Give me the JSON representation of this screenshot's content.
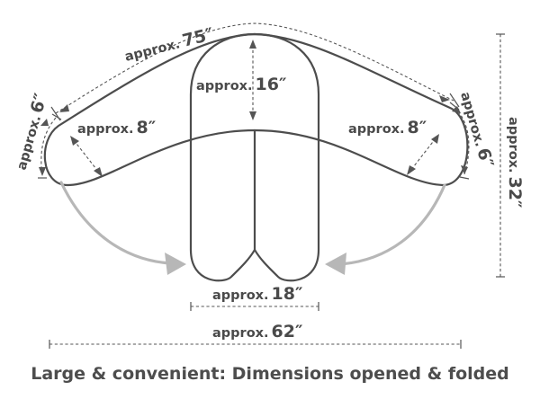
{
  "labels": {
    "arc_length": {
      "word": "approx.",
      "value": "75″"
    },
    "center_height": {
      "word": "approx.",
      "value": "16″"
    },
    "left_end": {
      "word": "approx.",
      "value": "6″"
    },
    "left_width": {
      "word": "approx.",
      "value": "8″"
    },
    "right_width": {
      "word": "approx.",
      "value": "8″"
    },
    "right_end": {
      "word": "approx.",
      "value": "6″"
    },
    "total_height": {
      "word": "approx.",
      "value": "32″"
    },
    "folded_width": {
      "word": "approx.",
      "value": "18″"
    },
    "opened_width": {
      "word": "approx.",
      "value": "62″"
    }
  },
  "caption": "Large & convenient: Dimensions opened & folded"
}
